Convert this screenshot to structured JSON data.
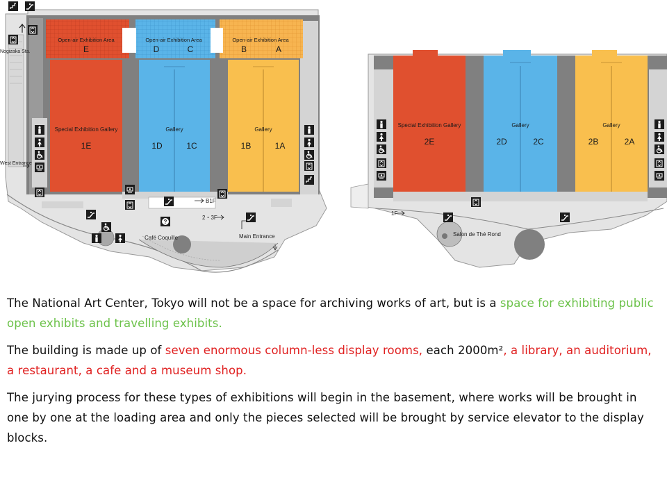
{
  "map": {
    "colors": {
      "red": "#e0502f",
      "blue": "#5ab4e8",
      "yellow": "#f9bf4e",
      "orange_grid": "#f7b450",
      "gray": "#808080",
      "light_gray": "#d4d4d4",
      "floor": "#e6e6e6",
      "icon_black": "#1c1c1c"
    },
    "floor1": {
      "open_air_label": "Open-air Exhibition Area",
      "open_air_codes": [
        "E",
        "D",
        "C",
        "B",
        "A"
      ],
      "rooms": [
        {
          "name": "Special Exhibition Gallery",
          "codes": [
            "1E"
          ]
        },
        {
          "name": "Gallery",
          "codes": [
            "1D",
            "1C"
          ]
        },
        {
          "name": "Gallery",
          "codes": [
            "1B",
            "1A"
          ]
        }
      ],
      "labels": {
        "nogizaka": "Nogizaka Sta.",
        "west_entrance": "West Entrance",
        "cafe": "Café Coquille",
        "main_entrance": "Main Entrance",
        "b1f": "B1F",
        "f23": "2・3F"
      }
    },
    "floor2": {
      "rooms": [
        {
          "name": "Special Exhibition Gallery",
          "codes": [
            "2E"
          ]
        },
        {
          "name": "Gallery",
          "codes": [
            "2D",
            "2C"
          ]
        },
        {
          "name": "Gallery",
          "codes": [
            "2B",
            "2A"
          ]
        }
      ],
      "labels": {
        "salon": "Salon de Thé Rond",
        "f1": "1F"
      }
    },
    "icons": [
      "restroom-male-icon",
      "restroom-female-icon",
      "wheelchair-icon",
      "elevator-icon",
      "escalator-icon",
      "baby-room-icon",
      "information-icon",
      "stairs-icon"
    ]
  },
  "text": {
    "p1": {
      "plain": "The National Art Center, Tokyo will not be a space for archiving works of art, but is a ",
      "green": "space for exhibiting public open exhibits and travelling exhibits."
    },
    "p2": {
      "plain1": "The building is made up of ",
      "red1": "seven enormous column-less display rooms,",
      "plain2": " each 2000m²",
      "red2": ", a library, an auditorium, a restaurant, a cafe and a museum shop."
    },
    "p3": " The jurying process for these types of exhibitions will begin in the basement, where works will be brought in one by one at the loading area and only the pieces selected will be brought by service elevator to the display blocks."
  }
}
